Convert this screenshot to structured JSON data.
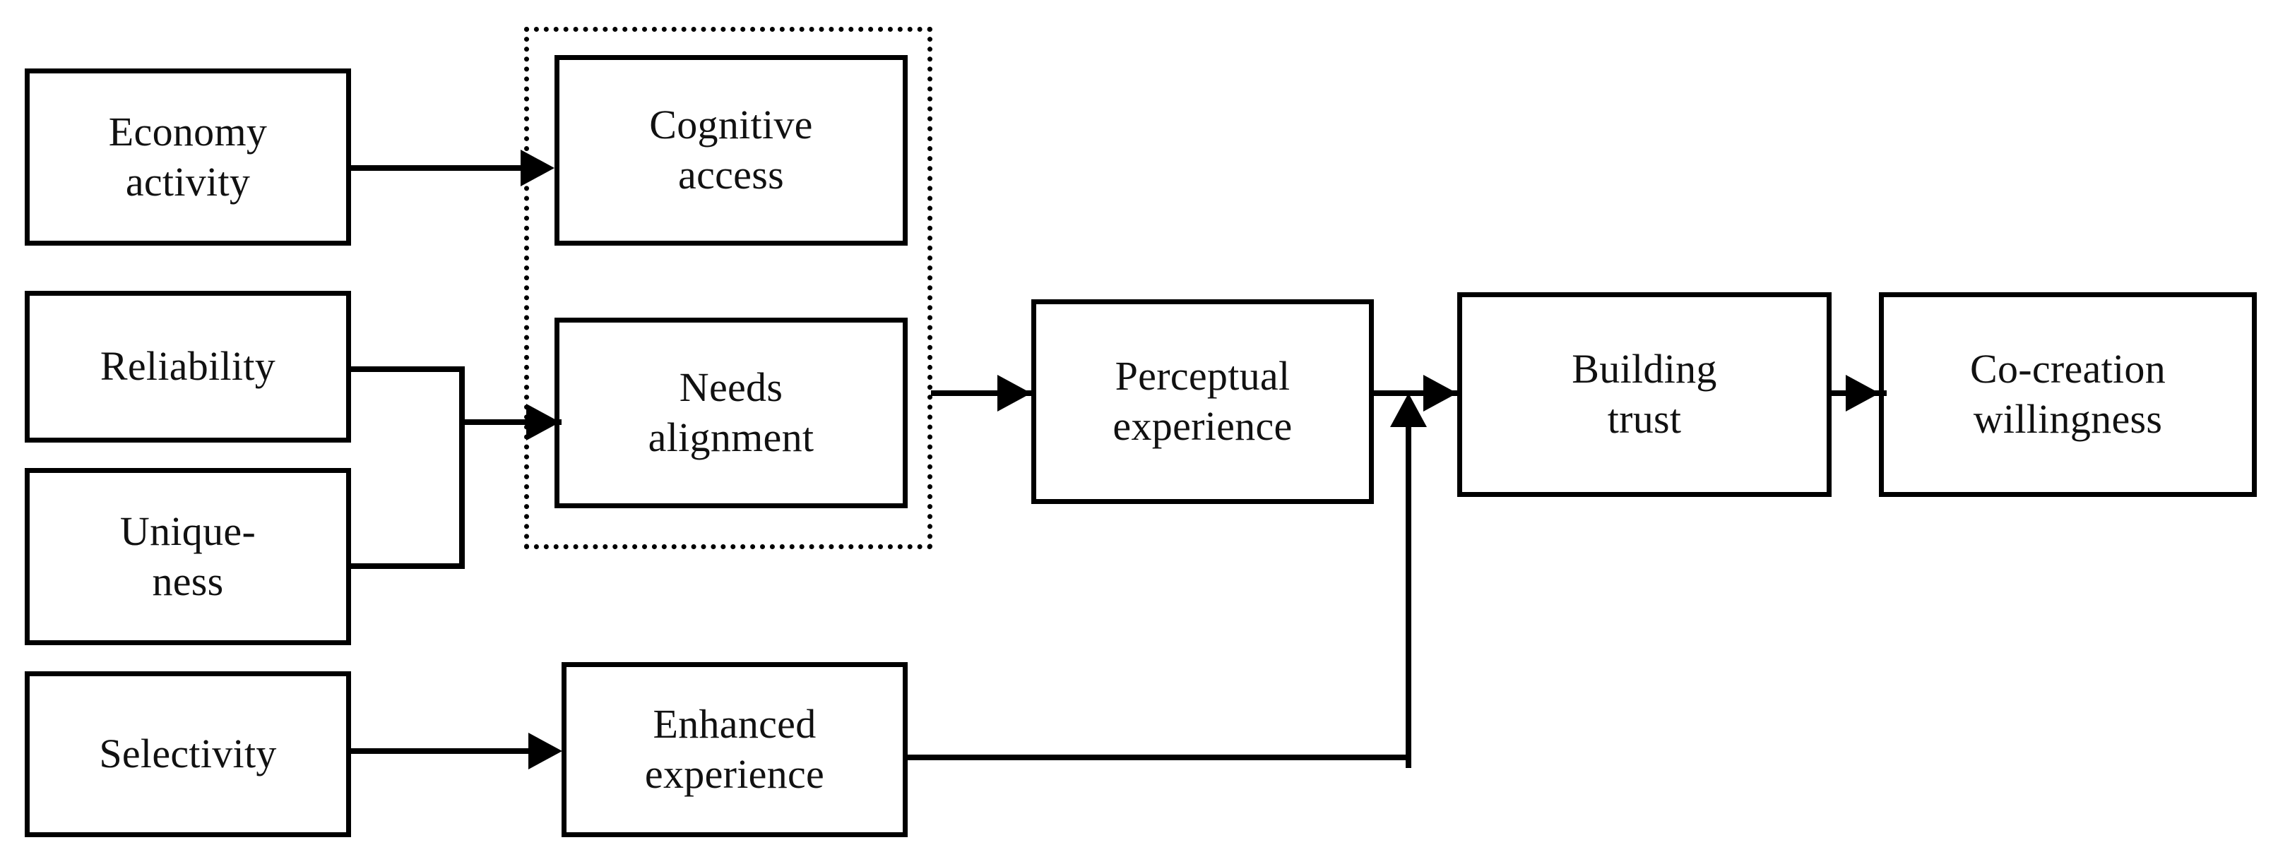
{
  "diagram": {
    "title": "Co-creation willingness conceptual model",
    "background_color": "#ffffff",
    "line_color": "#000000",
    "nodes": [
      {
        "id": "economy-activity",
        "label_line1": "Economy",
        "label_line2": "activity"
      },
      {
        "id": "reliability",
        "label_line1": "Reliability",
        "label_line2": ""
      },
      {
        "id": "uniqueness",
        "label_line1": "Unique-",
        "label_line2": "ness"
      },
      {
        "id": "selectivity",
        "label_line1": "Selectivity",
        "label_line2": ""
      },
      {
        "id": "cognitive-access",
        "label_line1": "Cognitive",
        "label_line2": "access"
      },
      {
        "id": "needs-alignment",
        "label_line1": "Needs",
        "label_line2": "alignment"
      },
      {
        "id": "enhanced-experience",
        "label_line1": "Enhanced",
        "label_line2": "experience"
      },
      {
        "id": "perceptual-experience",
        "label_line1": "Perceptual",
        "label_line2": "experience"
      },
      {
        "id": "building-trust",
        "label_line1": "Building",
        "label_line2": "trust"
      },
      {
        "id": "co-creation-willingness",
        "label_line1": "Co-creation",
        "label_line2": "willingness"
      }
    ],
    "group": {
      "id": "dotted-group",
      "label": "",
      "border_style": "dotted",
      "members": [
        "cognitive-access",
        "needs-alignment"
      ]
    },
    "edges": [
      {
        "from": "economy-activity",
        "to": "cognitive-access",
        "style": "arrow"
      },
      {
        "from": "reliability",
        "to": "needs-alignment",
        "style": "bracket-arrow"
      },
      {
        "from": "uniqueness",
        "to": "needs-alignment",
        "style": "bracket-arrow"
      },
      {
        "from": "selectivity",
        "to": "enhanced-experience",
        "style": "arrow"
      },
      {
        "from": "needs-alignment",
        "to": "perceptual-experience",
        "style": "arrow"
      },
      {
        "from": "perceptual-experience",
        "to": "building-trust",
        "style": "arrow"
      },
      {
        "from": "enhanced-experience",
        "to": "building-trust",
        "style": "elbow-arrow-up"
      },
      {
        "from": "building-trust",
        "to": "co-creation-willingness",
        "style": "arrow"
      }
    ]
  }
}
